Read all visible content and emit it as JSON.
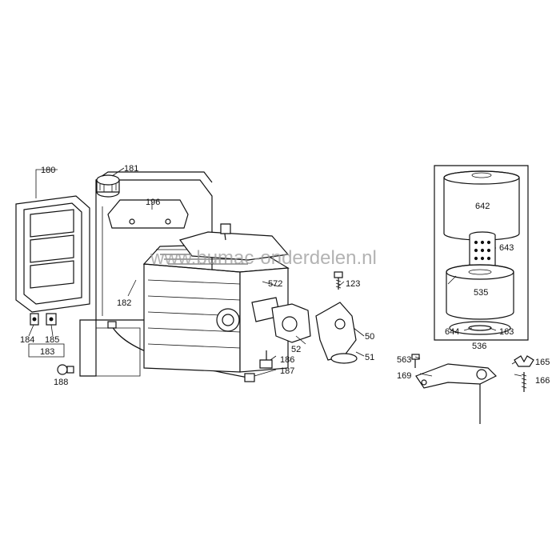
{
  "watermark": "www.bumac-onderdelen.nl",
  "labels": {
    "l180": "180",
    "l181": "181",
    "l196": "196",
    "l182": "182",
    "l184": "184",
    "l185": "185",
    "l183": "183",
    "l188": "188",
    "l572": "572",
    "l123": "123",
    "l52": "52",
    "l50": "50",
    "l51": "51",
    "l186": "186",
    "l187": "187",
    "l642": "642",
    "l643": "643",
    "l535": "535",
    "l644": "644",
    "l163": "163",
    "l536": "536",
    "l563": "563",
    "l169": "169",
    "l165": "165",
    "l166": "166"
  }
}
